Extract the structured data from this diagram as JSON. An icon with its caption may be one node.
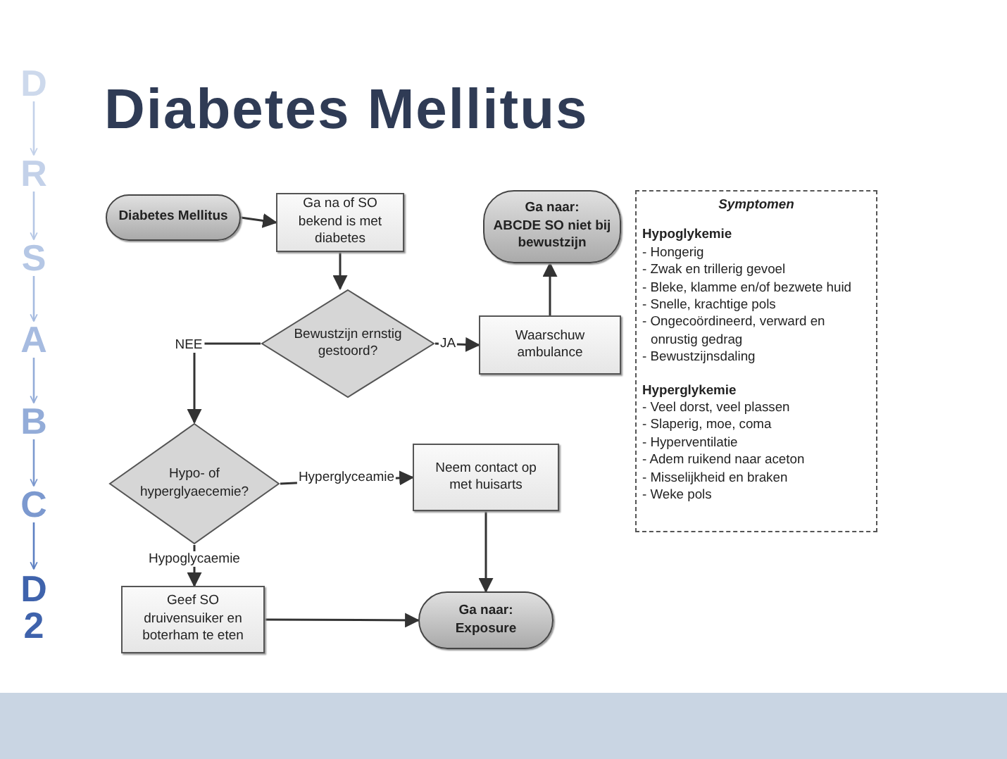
{
  "diagram": {
    "title": "Diabetes Mellitus",
    "nodes": [
      {
        "text": [
          "Diabetes Mellitus"
        ]
      },
      {
        "text": [
          "Ga na of SO bekend is met diabetes"
        ]
      },
      {
        "text": [
          "Bewustzijn ernstig gestoord?"
        ]
      },
      {
        "text": [
          "Waarschuw ambulance"
        ]
      },
      {
        "text": [
          "Ga naar:",
          "ABCDE SO niet bij bewustzijn"
        ]
      },
      {
        "text": [
          "Hypo- of hyperglyaecemie?"
        ]
      },
      {
        "text": [
          "Neem contact op met huisarts"
        ]
      },
      {
        "text": [
          "Geef SO druivensuiker en boterham te eten"
        ]
      },
      {
        "text": [
          "Ga naar:",
          "Exposure"
        ]
      },
      {
        "text": [
          "D"
        ]
      },
      {
        "text": [
          "R"
        ]
      },
      {
        "text": [
          "S"
        ]
      },
      {
        "text": [
          "A"
        ]
      },
      {
        "text": [
          "B"
        ]
      },
      {
        "text": [
          "C"
        ]
      },
      {
        "text": [
          "D2"
        ]
      },
      {
        "text": [
          "Symptomen",
          "Hypoglykemie",
          "- Hongerig",
          "- Zwak en trillerig gevoel",
          "- Bleke, klamme en/of bezwete huid",
          "- Snelle, krachtige pols",
          "- Ongecoördineerd, verward en onrustig gedrag",
          "- Bewustzijnsdaling",
          "Hyperglykemie",
          "- Veel dorst, veel plassen",
          "- Slaperig, moe, coma",
          "- Hyperventilatie",
          "- Adem ruikend naar aceton",
          "- Misselijkheid en braken",
          "- Weke pols"
        ]
      }
    ],
    "edges": [
      {
        "from": 0,
        "to": 1,
        "arrow": "to"
      },
      {
        "from": 1,
        "to": 2,
        "arrow": "to"
      },
      {
        "from": 2,
        "to": 3,
        "arrow": "to",
        "label": "JA"
      },
      {
        "from": 3,
        "to": 4,
        "arrow": "to"
      },
      {
        "from": 2,
        "to": 5,
        "arrow": "to",
        "label": "NEE"
      },
      {
        "from": 5,
        "to": 6,
        "arrow": "to",
        "label": "Hyperglyceamie"
      },
      {
        "from": 5,
        "to": 7,
        "arrow": "to",
        "label": "Hypoglycaemie"
      },
      {
        "from": 6,
        "to": 8,
        "arrow": "to"
      },
      {
        "from": 7,
        "to": 8,
        "arrow": "to"
      },
      {
        "from": 9,
        "to": 10,
        "arrow": "to",
        "color": "#c3d1e9"
      },
      {
        "from": 10,
        "to": 11,
        "arrow": "to",
        "color": "#b5c7e5"
      },
      {
        "from": 11,
        "to": 12,
        "arrow": "to",
        "color": "#a6bbe0"
      },
      {
        "from": 12,
        "to": 13,
        "arrow": "to",
        "color": "#93acd8"
      },
      {
        "from": 13,
        "to": 14,
        "arrow": "to",
        "color": "#7c99cf"
      },
      {
        "from": 14,
        "to": 15,
        "arrow": "to",
        "color": "#5d80c2"
      }
    ]
  }
}
